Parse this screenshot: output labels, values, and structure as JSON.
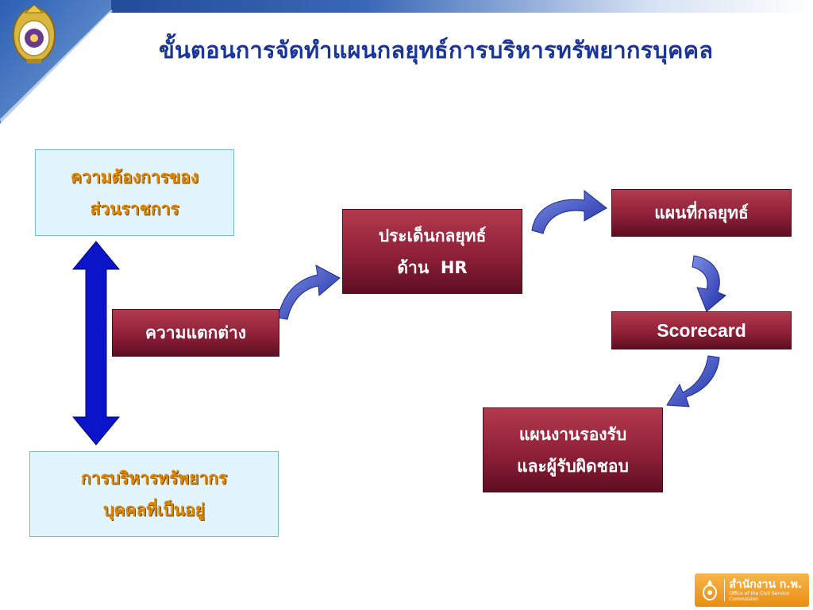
{
  "title": "ขั้นตอนการจัดทำแผนกลยุทธ์การบริหารทรัพยากรบุคคล",
  "nodes": {
    "agency_needs": [
      "ความต้องการของ",
      "ส่วนราชการ"
    ],
    "current_hrm": [
      "การบริหารทรัพยากร",
      "บุคคลที่เป็นอยู่"
    ],
    "gap": "ความแตกต่าง",
    "hr_issues": [
      "ประเด็นกลยุทธ์",
      "ด้าน  HR"
    ],
    "strategy_map": "แผนที่กลยุทธ์",
    "scorecard": "Scorecard",
    "action_plan": [
      "แผนงานรองรับ",
      "และผู้รับผิดชอบ"
    ]
  },
  "footer": {
    "org_name": "สำนักงาน ก.พ.",
    "org_subtitle": "Office of the Civil Service Commission"
  },
  "colors": {
    "title": "#1a3599",
    "dark_box": "#8e2038",
    "light_box": "#e2f4fd",
    "light_text": "#e48a00",
    "arrow": "#2b3fb8",
    "double_arrow": "#0a14c8"
  }
}
